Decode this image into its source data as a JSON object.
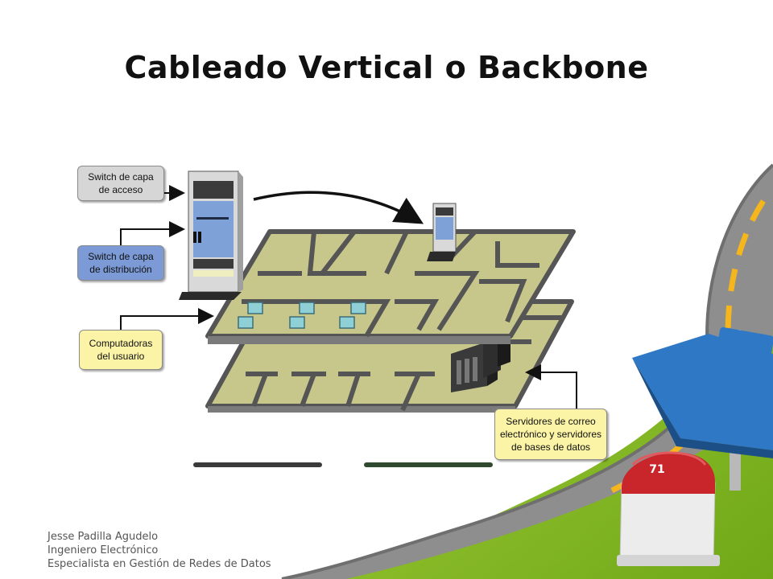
{
  "slide": {
    "title": "Cableado Vertical o Backbone",
    "number": "71",
    "colors": {
      "road": "#8e8e8e",
      "grass": "#8cbf25",
      "sign": "#2e78c6",
      "marker_top": "#c8262b"
    }
  },
  "diagram": {
    "callouts": {
      "access_switch": [
        "Switch de capa",
        "de acceso"
      ],
      "distribution_switch": [
        "Switch de capa",
        "de distribución"
      ],
      "user_computers": [
        "Computadoras",
        "del usuario"
      ],
      "servers": [
        "Servidores de correo",
        "electrónico y servidores",
        "de bases de datos"
      ]
    }
  },
  "footer": {
    "name": "Jesse Padilla Agudelo",
    "role": "Ingeniero Electrónico",
    "specialty": "Especialista en Gestión de Redes  de Datos"
  }
}
